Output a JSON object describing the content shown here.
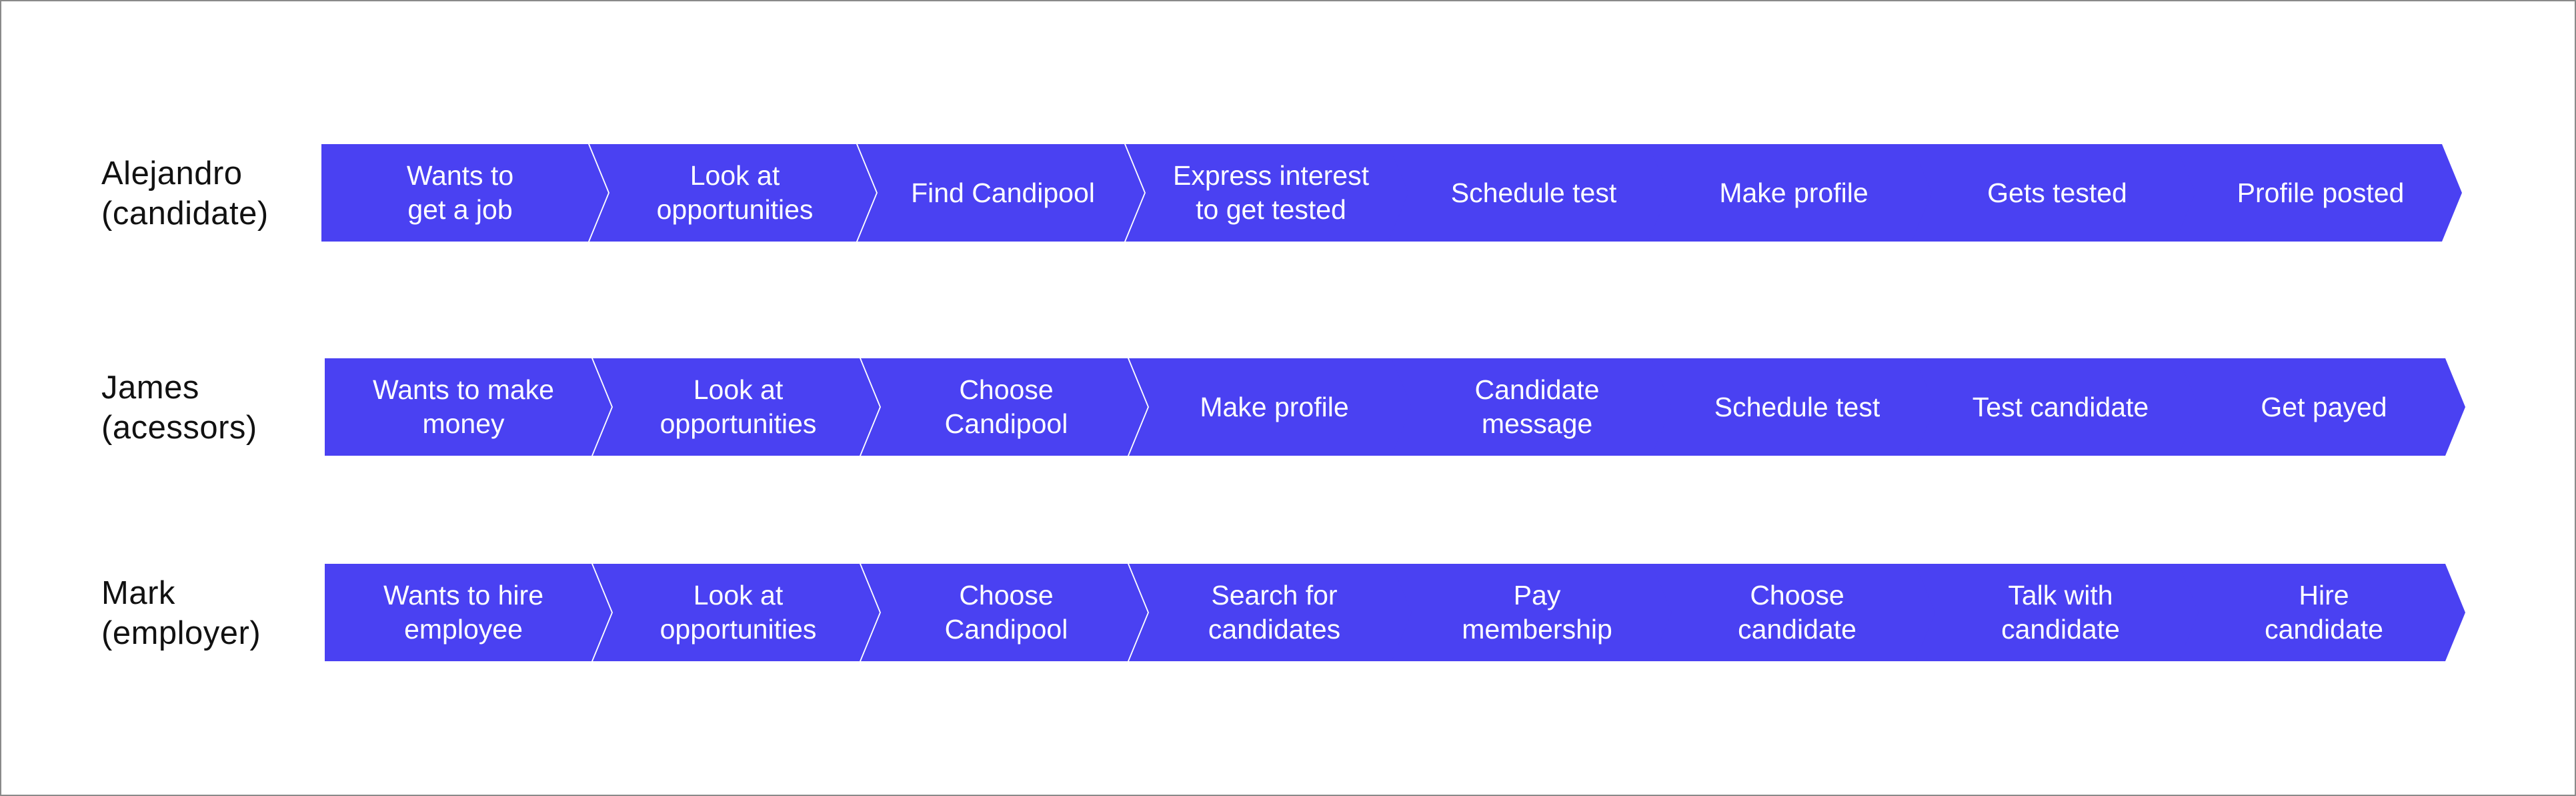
{
  "accent": "#4a41f2",
  "lanes": [
    {
      "label": "Alejandro\n(candidate)",
      "steps": [
        "Wants to\nget a job",
        "Look at\nopportunities",
        "Find Candipool",
        "Express interest\nto get tested",
        "Schedule test",
        "Make profile",
        "Gets tested",
        "Profile posted"
      ]
    },
    {
      "label": "James\n(acessors)",
      "steps": [
        "Wants to make\nmoney",
        "Look at\nopportunities",
        "Choose\nCandipool",
        "Make profile",
        "Candidate\nmessage",
        "Schedule test",
        "Test candidate",
        "Get payed"
      ]
    },
    {
      "label": "Mark\n(employer)",
      "steps": [
        "Wants to hire\nemployee",
        "Look at\nopportunities",
        "Choose\nCandipool",
        "Search for\ncandidates",
        "Pay\nmembership",
        "Choose\ncandidate",
        "Talk with\ncandidate",
        "Hire\ncandidate"
      ]
    }
  ]
}
